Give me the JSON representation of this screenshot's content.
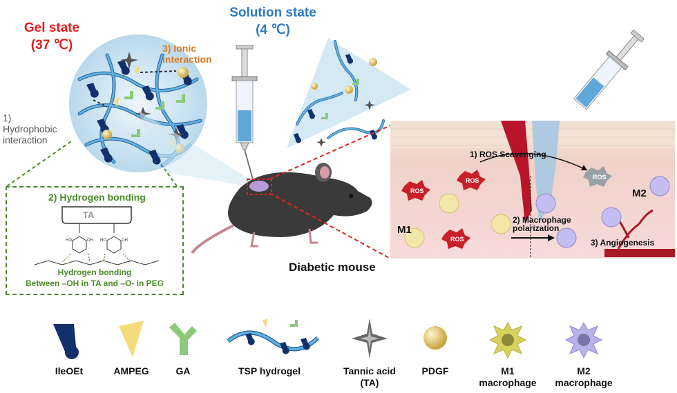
{
  "gel_state": {
    "title": "Gel state",
    "temp": "(37 ℃)"
  },
  "solution_state": {
    "title": "Solution state",
    "temp": "(4 ℃)"
  },
  "interactions": {
    "hydrophobic": "1) Hydrophobic interaction",
    "ionic": "3) Ionic interaction",
    "hydrogen_title": "2) Hydrogen bonding",
    "ta_box": "TA",
    "hydrogen_caption_1": "Hydrogen bonding",
    "hydrogen_caption_2": "Between –OH in TA and –O- in PEG"
  },
  "mouse_label": "Diabetic mouse",
  "wound": {
    "ros_scavenging": "1) ROS Scavenging",
    "macrophage_polarization_1": "2) Macrophage",
    "macrophage_polarization_2": "polarization",
    "angiogenesis": "3) Angiogenesis",
    "ros_badge": "ROS",
    "m1": "M1",
    "m2": "M2"
  },
  "legend": [
    {
      "icon": "ileoet",
      "label": "IleOEt"
    },
    {
      "icon": "ampeg",
      "label": "AMPEG"
    },
    {
      "icon": "ga",
      "label": "GA"
    },
    {
      "icon": "tsp",
      "label": "TSP hydrogel"
    },
    {
      "icon": "tannic",
      "label": "Tannic acid\n(TA)"
    },
    {
      "icon": "pdgf",
      "label": "PDGF"
    },
    {
      "icon": "m1mac",
      "label": "M1\nmacrophage"
    },
    {
      "icon": "m2mac",
      "label": "M2\nmacrophage"
    }
  ],
  "colors": {
    "gel_red": "#e02020",
    "solution_blue": "#2b7bc0",
    "ionic_orange": "#e07a20",
    "hbond_green": "#4a8a2a",
    "ileoet_navy": "#12306b",
    "ampeg_yellow": "#f5dc7a",
    "ga_green": "#8cc97a",
    "pdgf_gold": "#d9b84a",
    "m1_yellow": "#e6e08a",
    "m2_purple": "#b9b2ea"
  }
}
